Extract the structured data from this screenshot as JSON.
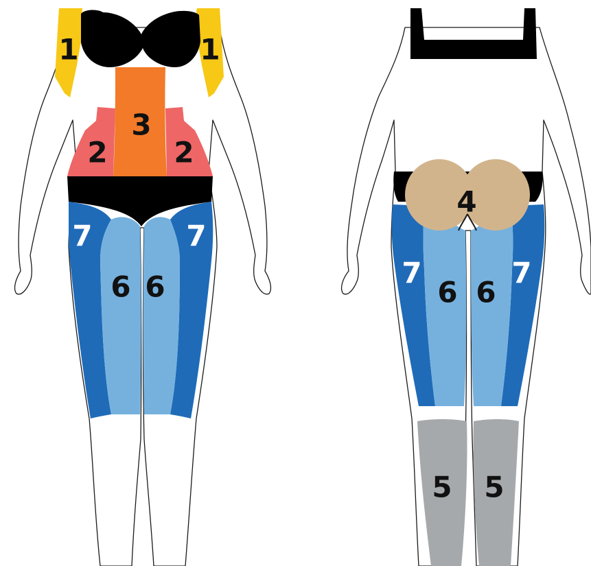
{
  "colors": {
    "zone_1": "#F7C815",
    "zone_2": "#EE6666",
    "zone_3": "#F27A29",
    "zone_4": "#D2B48C",
    "zone_5": "#A6A9AB",
    "zone_6": "#76B1DE",
    "zone_7": "#1F6BB8",
    "garment": "#000000",
    "outline": "#1a1a1a"
  },
  "figures": {
    "front": {
      "labels": {
        "upper_arm_left": "1",
        "upper_arm_right": "1",
        "flank_left": "2",
        "flank_right": "2",
        "abdomen": "3",
        "outer_thigh_left": "7",
        "outer_thigh_right": "7",
        "inner_thigh_left": "6",
        "inner_thigh_right": "6"
      }
    },
    "back": {
      "labels": {
        "buttocks": "4",
        "outer_thigh_left": "7",
        "outer_thigh_right": "7",
        "inner_thigh_left": "6",
        "inner_thigh_right": "6",
        "calf_left": "5",
        "calf_right": "5"
      }
    }
  }
}
